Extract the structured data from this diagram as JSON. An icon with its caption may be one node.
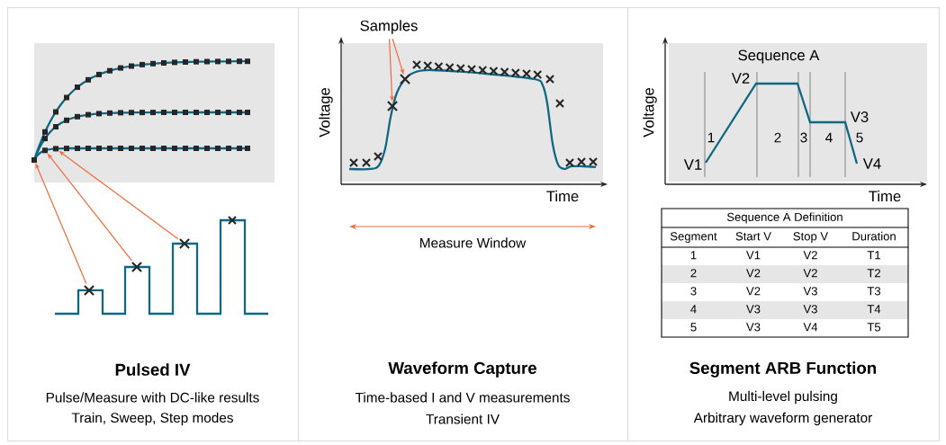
{
  "diagram": {
    "nodes": [
      {
        "text": [
          "Pulsed IV",
          "Pulse/Measure with DC-like results",
          "Train, Sweep, Step modes"
        ]
      },
      {
        "text": [],
        "shape": "box",
        "in": 0
      },
      {
        "text": [],
        "shape": "box",
        "in": 0
      },
      {
        "text": [],
        "shape": "box",
        "in": 0
      },
      {
        "text": [],
        "shape": "cross",
        "in": 0
      },
      {
        "text": [],
        "shape": "cross",
        "in": 0
      },
      {
        "text": [],
        "shape": "cross",
        "in": 0
      },
      {
        "text": [
          "Waveform Capture",
          "Time-based I and V measurements",
          "Transient IV"
        ]
      },
      {
        "text": [
          "Samples"
        ],
        "in": 7
      },
      {
        "text": [],
        "shape": "cross",
        "in": 7
      },
      {
        "text": [],
        "shape": "cross",
        "in": 7
      },
      {
        "text": [
          "Segment ARB Function",
          "Multi-level pulsing",
          "Arbitrary waveform generator"
        ]
      }
    ],
    "edges": [
      {
        "from": 4,
        "to": 1,
        "arrow": "to"
      },
      {
        "from": 5,
        "to": 2,
        "arrow": "to"
      },
      {
        "from": 6,
        "to": 3,
        "arrow": "to"
      },
      {
        "from": 8,
        "to": 9,
        "arrow": "to"
      },
      {
        "from": 8,
        "to": 10,
        "arrow": "to"
      }
    ],
    "labels": [
      "Voltage",
      "Time",
      "Measure Window",
      "Voltage",
      "Sequence A",
      "V2",
      "1",
      "2",
      "3",
      "4",
      "V3",
      "5",
      "V1",
      "V4",
      "Time",
      "Sequence A Definition",
      "Segment",
      "Start V",
      "Stop V",
      "Duration",
      "1",
      "V1",
      "V2",
      "T1",
      "2",
      "V2",
      "V2",
      "T2",
      "3",
      "V2",
      "V3",
      "T3",
      "4",
      "V3",
      "V3",
      "T4",
      "5",
      "V3",
      "V4",
      "T5"
    ]
  }
}
